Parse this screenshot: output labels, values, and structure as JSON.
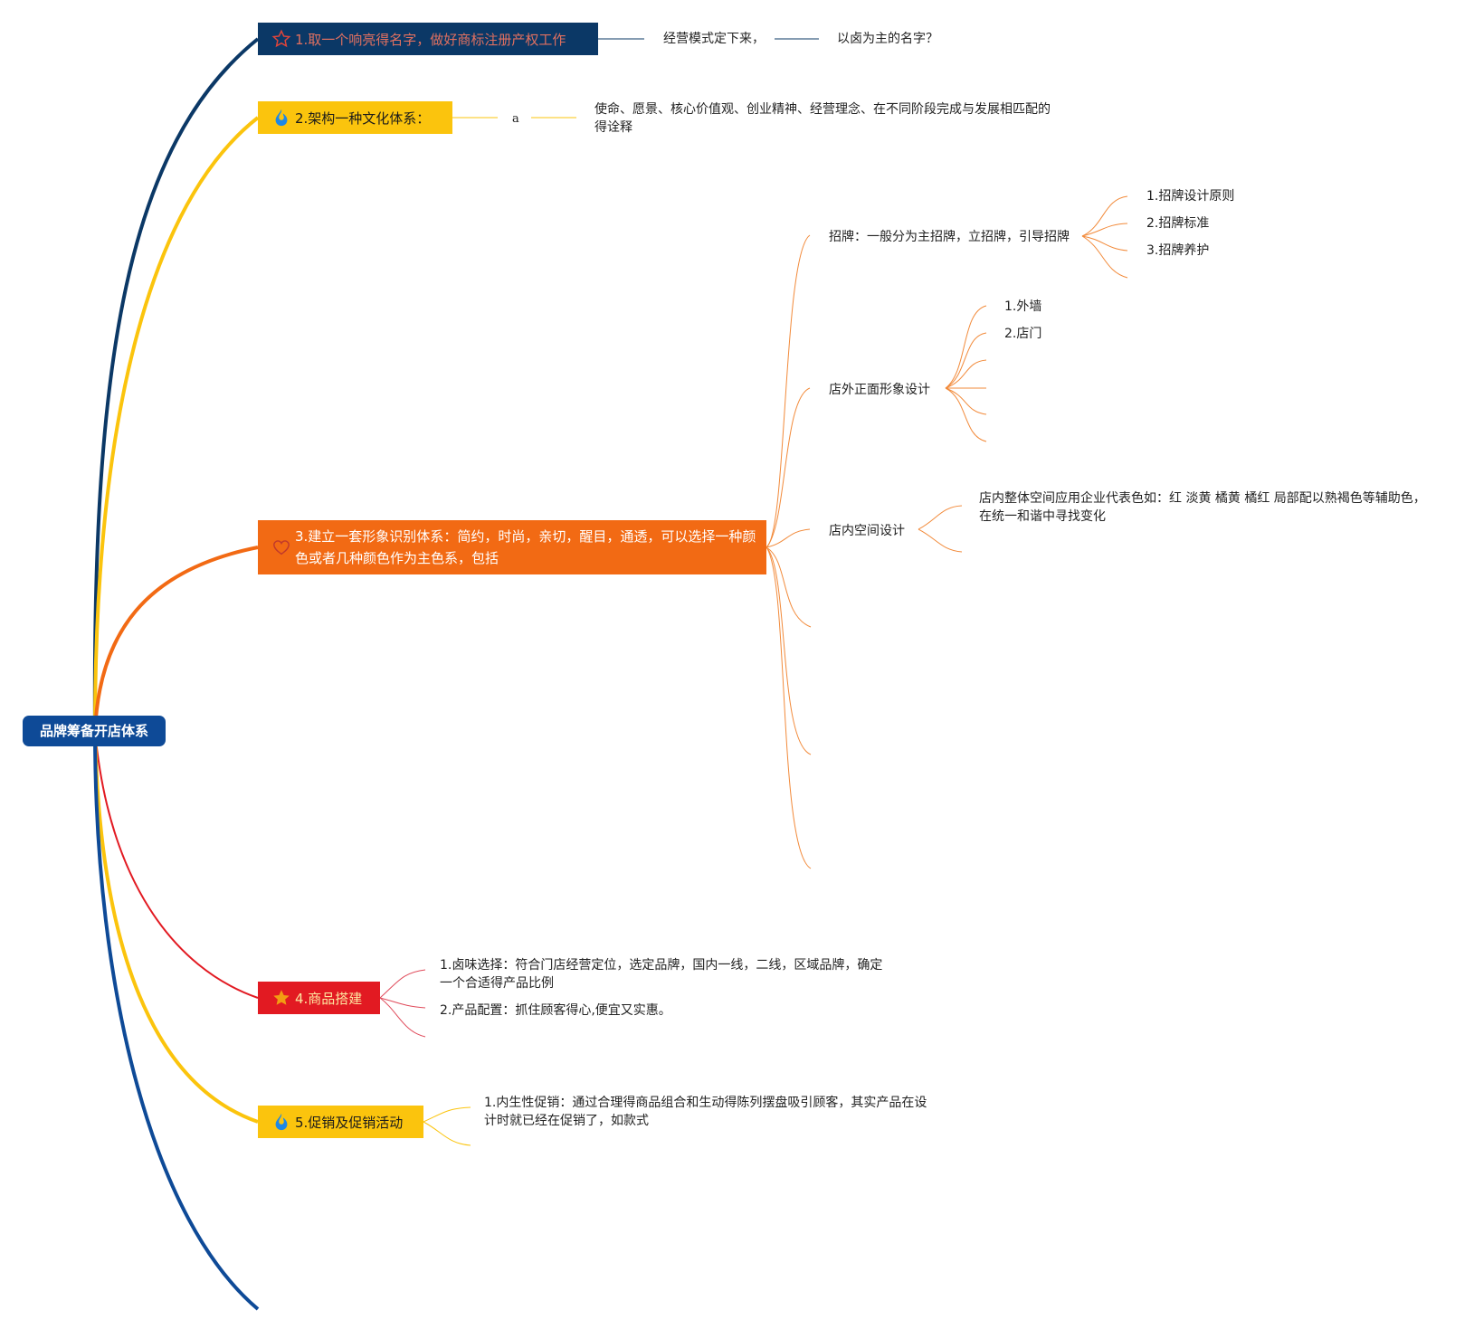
{
  "root": "品牌筹备开店体系",
  "colors": {
    "root": "#0e4a97",
    "topic1": "#0b3866",
    "topic2": "#fbc40d",
    "topic3": "#f26a14",
    "topic4": "#e21a22",
    "topic5": "#fbc40d",
    "bottom_branch": "#0e4a97"
  },
  "topics": [
    {
      "label": "1.取一个响亮得名字，做好商标注册产权工作",
      "icon": "star-outline-icon",
      "children": [
        "经营模式定下来，",
        "以卤为主的名字？"
      ]
    },
    {
      "label": "2.架构一种文化体系：",
      "icon": "flame-icon",
      "children": [
        "a",
        "使命、愿景、核心价值观、创业精神、经营理念、在不同阶段完成与发展相匹配的得诠释"
      ]
    },
    {
      "label": "3.建立一套形象识别体系：简约，时尚，亲切，醒目，通透，可以选择一种颜色或者几种颜色作为主色系，包括",
      "icon": "heart-outline-icon",
      "children": [
        {
          "label": "招牌：一般分为主招牌，立招牌，引导招牌",
          "children": [
            "1.招牌设计原则",
            "2.招牌标准",
            "3.招牌养护"
          ]
        },
        {
          "label": "店外正面形象设计",
          "children": [
            "1.外墙",
            "2.店门"
          ]
        },
        {
          "label": "店内空间设计",
          "children": [
            "店内整体空间应用企业代表色如：红 淡黄 橘黄 橘红 局部配以熟褐色等辅助色，在统一和谐中寻找变化"
          ]
        }
      ]
    },
    {
      "label": "4.商品搭建",
      "icon": "star-filled-icon",
      "children": [
        "1.卤味选择：符合门店经营定位，选定品牌，国内一线，二线，区域品牌，确定一个合适得产品比例",
        "2.产品配置：抓住顾客得心,便宜又实惠。"
      ]
    },
    {
      "label": "5.促销及促销活动",
      "icon": "flame-icon",
      "children": [
        "1.内生性促销：通过合理得商品组合和生动得陈列摆盘吸引顾客，其实产品在设计时就已经在促销了，如款式"
      ]
    }
  ]
}
